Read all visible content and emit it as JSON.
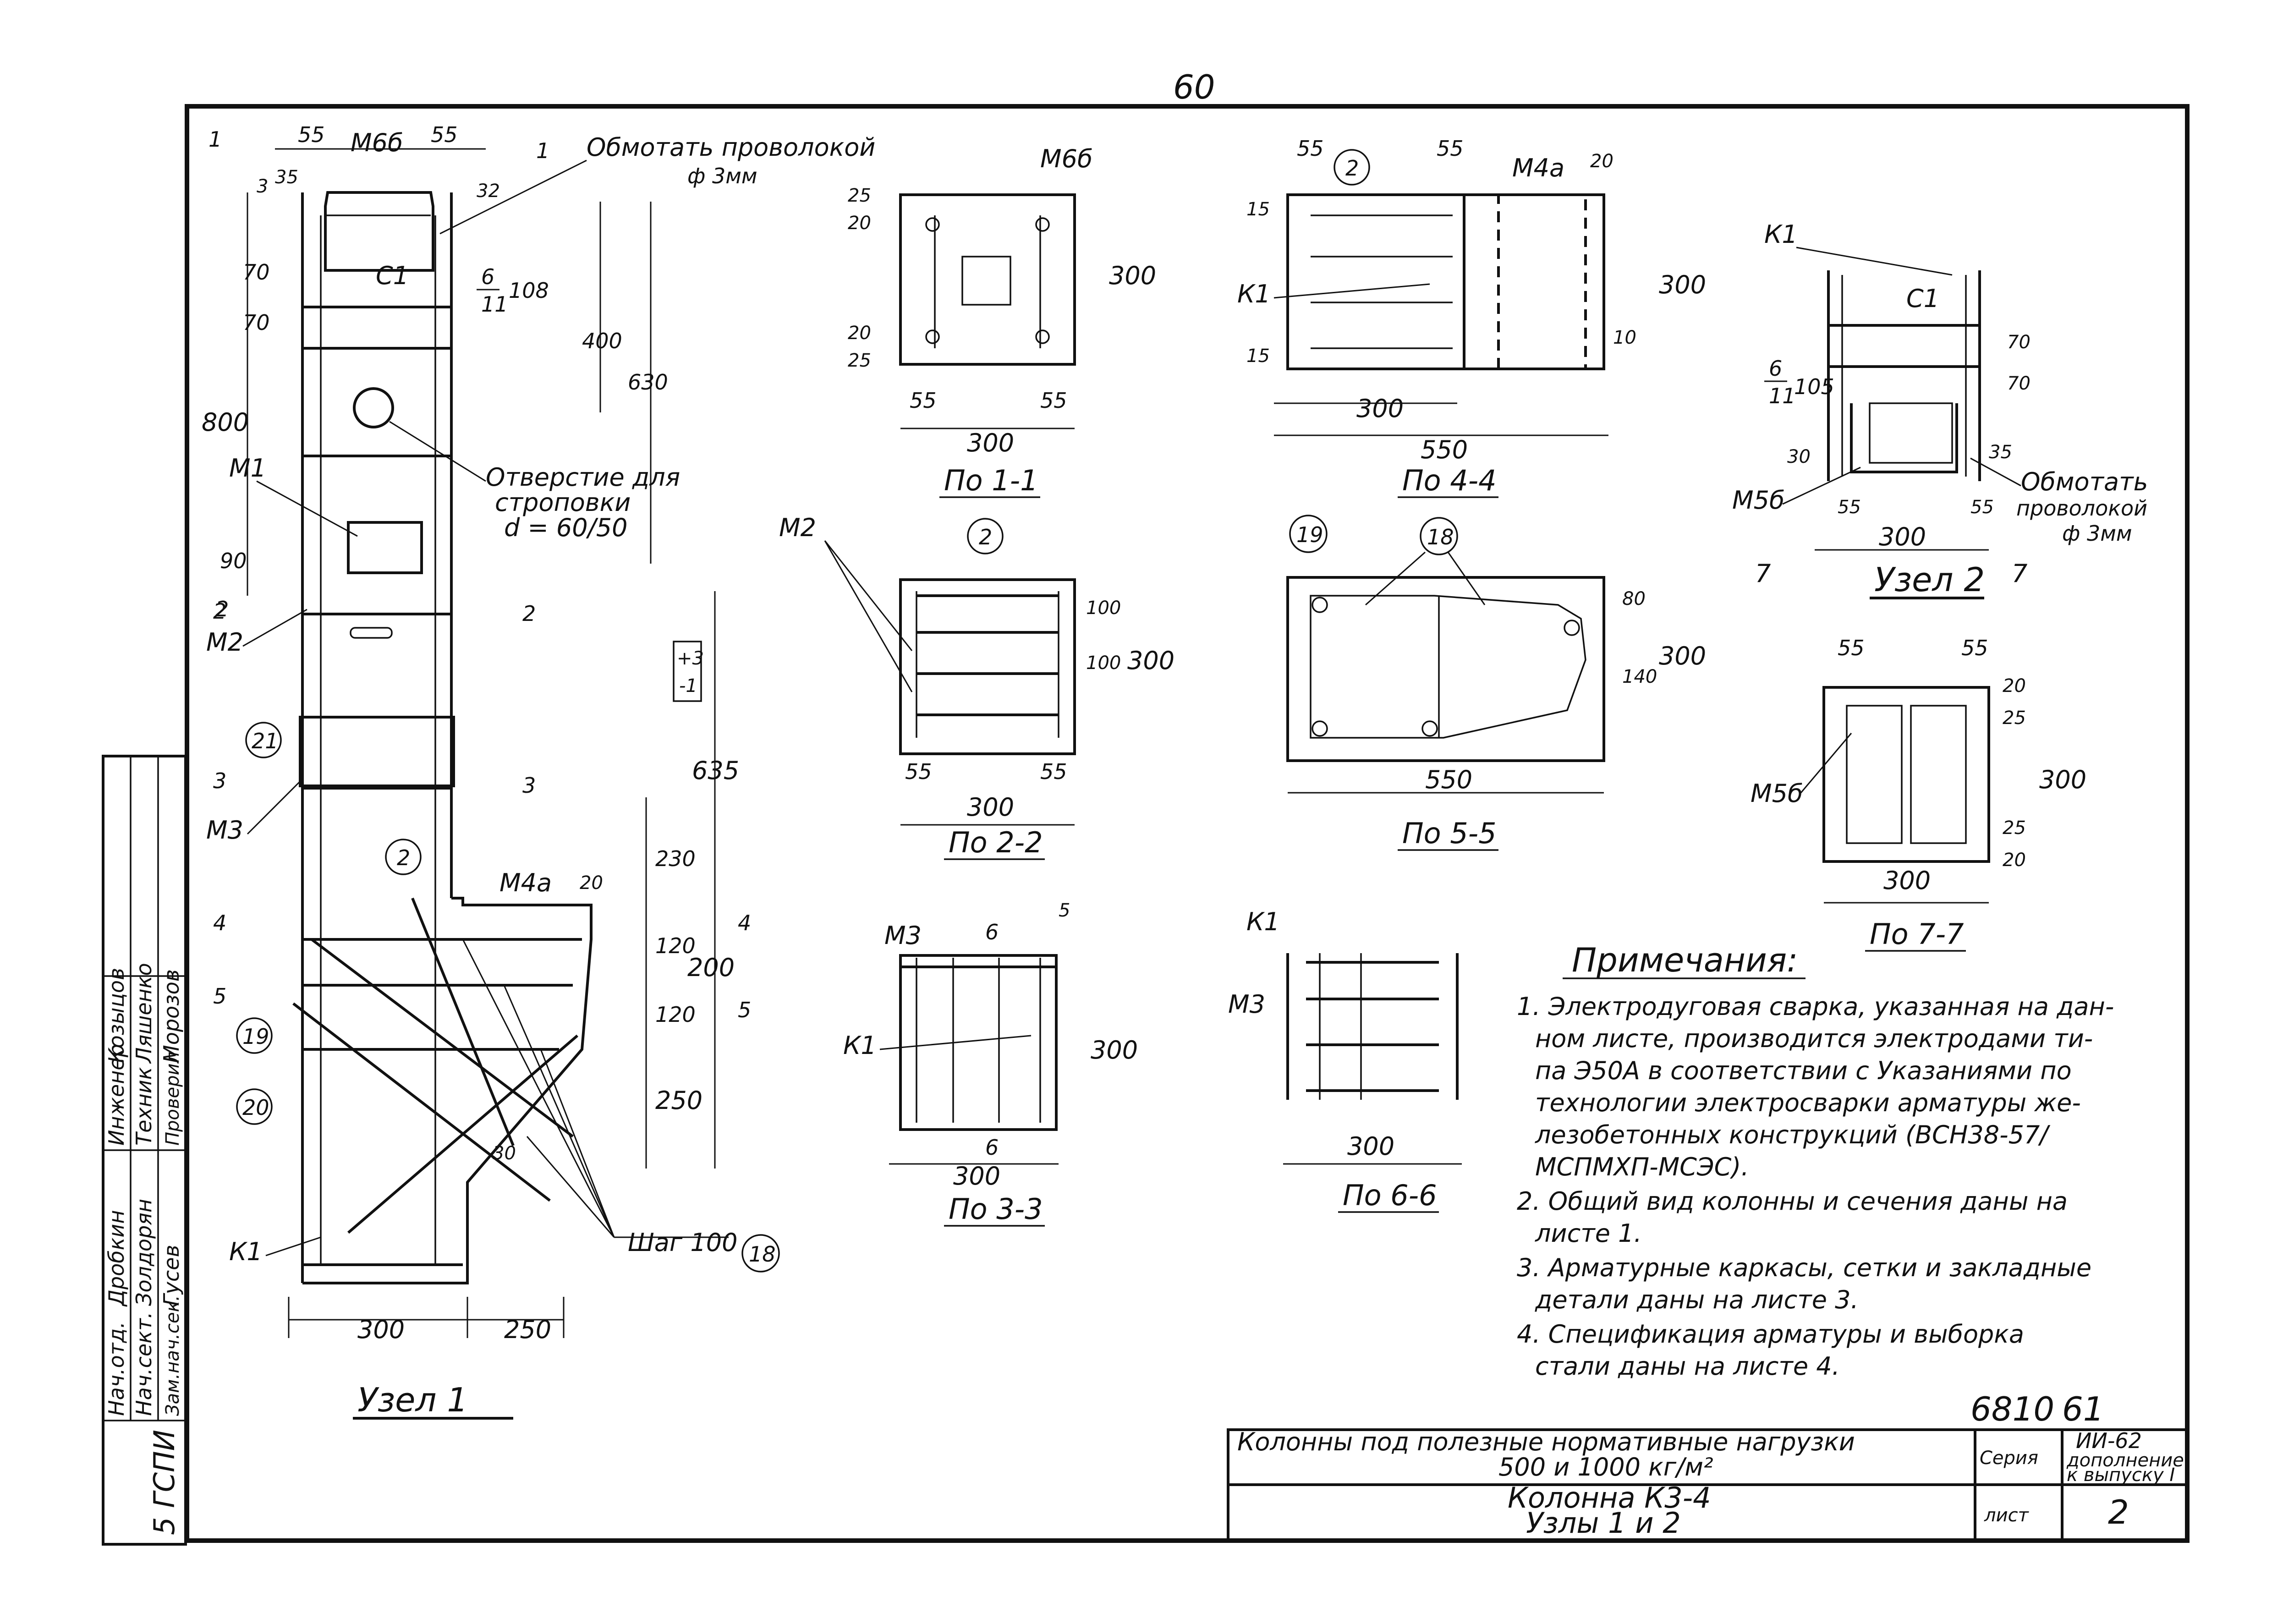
{
  "sheet": {
    "page_number": "60",
    "title_block": {
      "main_title": "Колонны под полезные нормативные нагрузки",
      "main_title_2": "500 и 1000 кг/м²",
      "drawing_title": "Колонна К3-4",
      "drawing_title_2": "Узлы 1 и 2",
      "series_label": "Серия",
      "series_value": "ИИ-62",
      "series_note": "дополнение",
      "series_note_2": "к выпуску I",
      "sheet_label": "лист",
      "sheet_value": "2",
      "doc_number": "6810",
      "doc_page": "61",
      "org": "5 ГСПИ"
    },
    "stamp": {
      "roles": [
        "Нач.отд.",
        "Нач.сект.",
        "Зам.нач.сек.",
        "Инженер",
        "Техник",
        "Проверил"
      ],
      "names": [
        "Дробкин",
        "Золдорян",
        "Гусев",
        "Козыцов",
        "Ляшенко",
        "Морозов"
      ]
    }
  },
  "node1": {
    "label": "Узел 1",
    "dims_top": [
      "55",
      "М6б",
      "55"
    ],
    "dims_left": [
      "3",
      "35",
      "70",
      "70",
      "800",
      "90",
      "2"
    ],
    "dims_right": [
      "32",
      "400",
      "630",
      "635",
      "230",
      "120",
      "200",
      "120",
      "250"
    ],
    "dims_bottom": [
      "300",
      "250"
    ],
    "callouts": {
      "wrap_wire": "Обмотать проволокой",
      "wrap_wire_dia": "ф 3мм",
      "c1": "С1",
      "bar_frac_top": "6",
      "bar_frac_bottom": "11",
      "bar_len": "108",
      "hole": "Отверстие для",
      "hole_2": "строповки",
      "hole_3": "d = 60/50",
      "m1": "М1",
      "m2": "М2",
      "m3": "М3",
      "m4": "М4а",
      "m4_dim": "20",
      "k1": "К1",
      "step": "Шаг 100",
      "angle": "30",
      "marks": [
        "21",
        "2",
        "19",
        "20",
        "18"
      ],
      "section_marks": [
        "1",
        "1",
        "2",
        "2",
        "3",
        "3",
        "4",
        "4",
        "5",
        "5"
      ],
      "plus3": "+3",
      "minus1": "-1"
    }
  },
  "sections": {
    "s11": {
      "label": "По 1-1",
      "top": "М6б",
      "d_top": [
        "25",
        "20"
      ],
      "d_bot": [
        "20",
        "25"
      ],
      "h": "300",
      "w_parts": [
        "55",
        "55"
      ],
      "w": "300"
    },
    "s22": {
      "label": "По 2-2",
      "m2": "М2",
      "mark": "2",
      "d": [
        "100",
        "100"
      ],
      "h": "300",
      "w_parts": [
        "55",
        "55"
      ],
      "w": "300"
    },
    "s33": {
      "label": "По 3-3",
      "m3": "М3",
      "k1": "К1",
      "sec": [
        "6",
        "6"
      ],
      "d5": "5",
      "h": "300",
      "w": "300"
    },
    "s44": {
      "label": "По 4-4",
      "top": [
        "55",
        "55"
      ],
      "mark": "2",
      "m4": "М4а",
      "d20": "20",
      "k1": "К1",
      "d15": [
        "15",
        "15"
      ],
      "d10": "10",
      "h": "300",
      "w1": "300",
      "w": "550"
    },
    "s55": {
      "label": "По 5-5",
      "marks": [
        "19",
        "18"
      ],
      "d": [
        "80",
        "140"
      ],
      "h": "300",
      "w": "550"
    },
    "s66": {
      "label": "По 6-6",
      "k1": "К1",
      "m3": "М3",
      "w": "300"
    },
    "s77": {
      "label": "По 7-7",
      "top": [
        "55",
        "55"
      ],
      "d_top": [
        "20",
        "25"
      ],
      "d_bot": [
        "25",
        "20"
      ],
      "h": "300",
      "m5": "М5б",
      "w": "300"
    }
  },
  "node2": {
    "label": "Узел 2",
    "k1": "К1",
    "c1": "С1",
    "d": [
      "70",
      "70"
    ],
    "bar_frac_top": "6",
    "bar_frac_bottom": "11",
    "bar_len": "105",
    "d30": "30",
    "d35": "35",
    "m5": "М5б",
    "wrap": "Обмотать",
    "wrap_2": "проволокой",
    "wrap_3": "ф 3мм",
    "w_parts": [
      "55",
      "55"
    ],
    "w": "300",
    "sec": [
      "7",
      "7"
    ]
  },
  "notes": {
    "title": "Примечания:",
    "lines": [
      "1. Электродуговая сварка, указанная на дан-",
      "ном листе, производится электродами ти-",
      "па Э50А в соответствии с Указаниями по",
      "технологии электросварки арматуры же-",
      "лезобетонных конструкций (ВСН38-57/",
      "МСПМХП-МСЭС).",
      "2. Общий вид колонны и сечения даны на",
      "листе 1.",
      "3. Арматурные каркасы, сетки и закладные",
      "детали даны на листе 3.",
      "4. Спецификация арматуры и выборка",
      "стали даны на листе 4."
    ]
  }
}
